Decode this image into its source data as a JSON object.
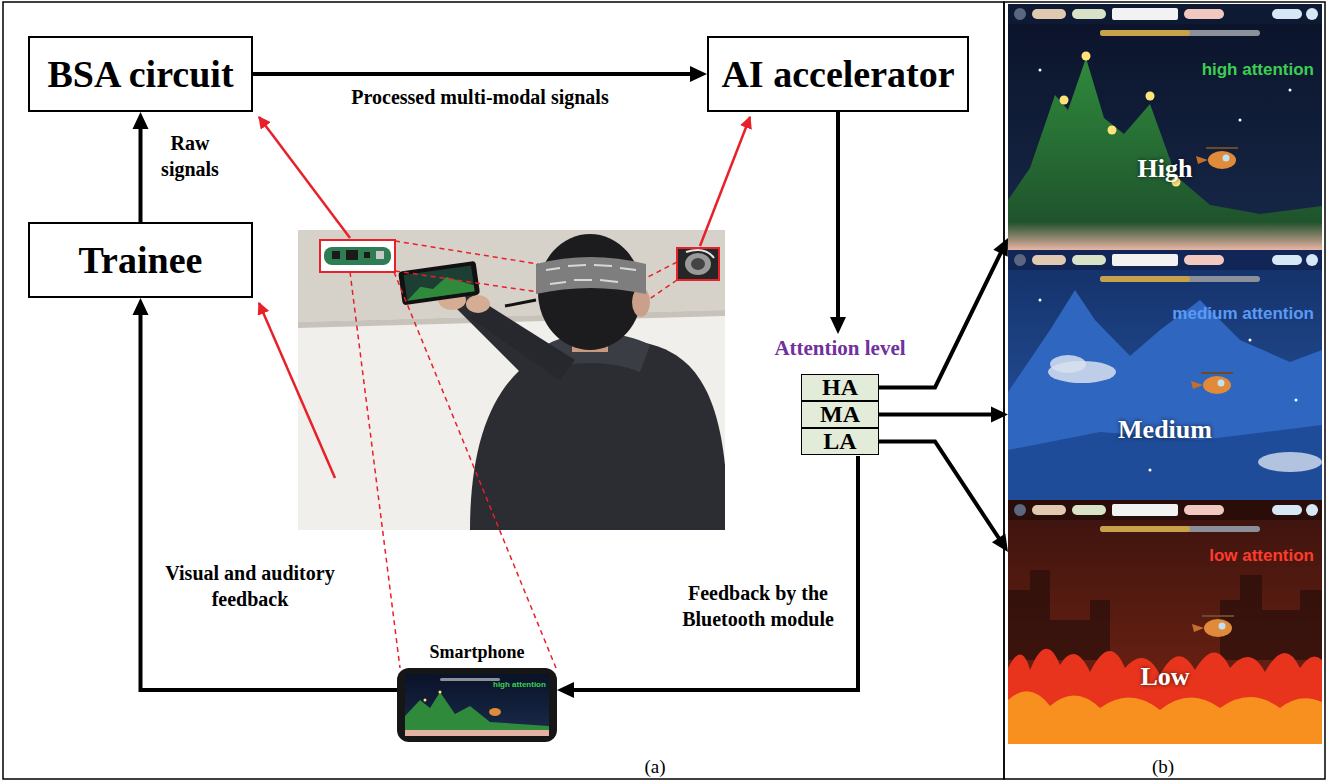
{
  "diagram": {
    "nodes": [
      {
        "text": [
          "BSA circuit"
        ]
      },
      {
        "text": [
          "AI accelerator"
        ]
      },
      {
        "text": [
          "Trainee"
        ]
      },
      {
        "text": [
          "Attention level"
        ]
      },
      {
        "text": [
          "HA"
        ],
        "in": 3
      },
      {
        "text": [
          "MA"
        ],
        "in": 3
      },
      {
        "text": [
          "LA"
        ],
        "in": 3
      },
      {
        "text": [
          "Smartphone",
          "high attention"
        ]
      },
      {
        "text": [
          "high attention",
          "High"
        ]
      },
      {
        "text": [
          "medium attention",
          "Medium"
        ]
      },
      {
        "text": [
          "low attention",
          "Low"
        ]
      }
    ],
    "edges": [
      {
        "from": 2,
        "to": 0,
        "arrow": "to",
        "label": "Raw signals"
      },
      {
        "from": 0,
        "to": 1,
        "arrow": "to",
        "label": "Processed multi-modal signals"
      },
      {
        "from": 1,
        "to": 3,
        "arrow": "to"
      },
      {
        "from": 4,
        "to": 8,
        "arrow": "to"
      },
      {
        "from": 5,
        "to": 9,
        "arrow": "to"
      },
      {
        "from": 6,
        "to": 10,
        "arrow": "to"
      },
      {
        "from": 3,
        "to": 7,
        "arrow": "to",
        "label": "Feedback by the Bluetooth module"
      },
      {
        "from": 7,
        "to": 2,
        "arrow": "to",
        "label": "Visual and auditory feedback"
      }
    ],
    "labels": [
      "(a)",
      "(b)"
    ]
  }
}
